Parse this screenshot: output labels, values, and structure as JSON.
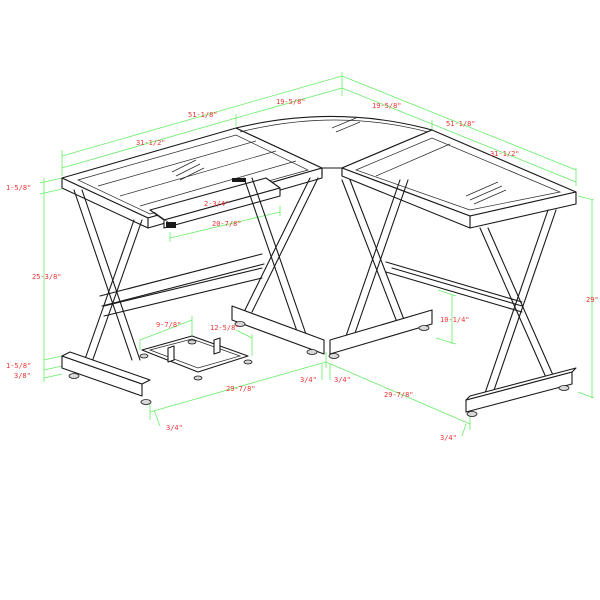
{
  "diagram": {
    "subject": "L-shaped corner glass desk with X-frame legs, keyboard tray, and CPU stand",
    "line_color": "#1a1a1a",
    "dimension_line_color": "#66ee66",
    "label_color": "#ee3333",
    "background": "#ffffff"
  },
  "dimensions": {
    "left_overall_length": "51-1/8\"",
    "left_top_depth_run": "31-1/2\"",
    "left_corner_segment": "19-5/8\"",
    "right_corner_segment": "19-5/8\"",
    "right_overall_length": "51-1/8\"",
    "right_top_depth_run": "31-1/2\"",
    "top_thickness": "1-5/8\"",
    "keyboard_tray_height": "2-3/4\"",
    "keyboard_tray_width": "20-7/8\"",
    "leg_height_left": "25-3/8\"",
    "base_rail_height": "1-5/8\"",
    "foot_height": "3/8\"",
    "cpu_stand_width": "9-7/8\"",
    "cpu_stand_depth": "12-5/8\"",
    "left_base_span": "29-7/8\"",
    "right_base_span": "29-7/8\"",
    "corner_foot_offset_left": "3/4\"",
    "corner_foot_offset_right": "3/4\"",
    "left_foot_offset": "3/4\"",
    "right_foot_offset": "3/4\"",
    "stretcher_height": "10-1/4\"",
    "overall_height": "29\""
  }
}
